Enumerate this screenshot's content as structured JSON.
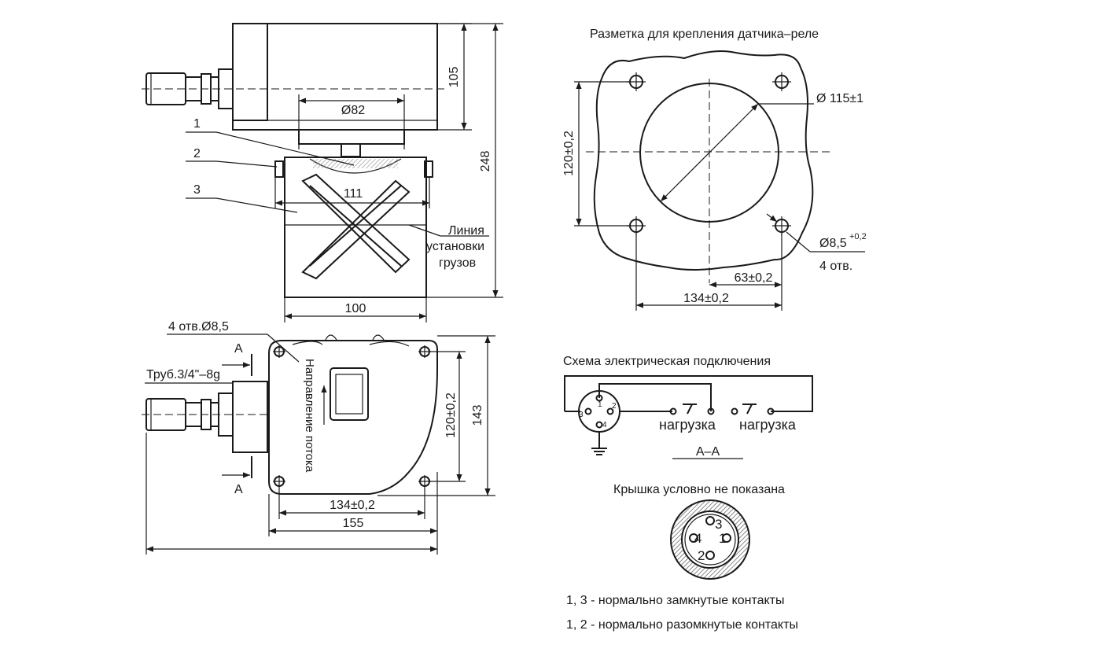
{
  "side_view": {
    "dim_105": "105",
    "dim_82": "Ø82",
    "dim_248": "248",
    "dim_111": "111",
    "dim_100": "100",
    "callout_1": "1",
    "callout_2": "2",
    "callout_3": "3",
    "weights_line_1": "Линия",
    "weights_line_2": "установки",
    "weights_line_3": "грузов"
  },
  "top_view": {
    "holes_label": "4 отв.Ø8,5",
    "section_a_top": "A",
    "section_a_bottom": "A",
    "pipe_label": "Труб.3/4\"–8g",
    "flow_direction": "Направление потока",
    "dim_120": "120±0,2",
    "dim_143": "143",
    "dim_134": "134±0,2",
    "dim_155": "155"
  },
  "mounting": {
    "title": "Разметка для крепления датчика–реле",
    "dia_115": "Ø 115±1",
    "dim_120": "120±0,2",
    "hole_dia": "Ø8,5",
    "hole_tol": "+0,2",
    "holes_count": "4 отв.",
    "dim_63": "63±0,2",
    "dim_134": "134±0,2"
  },
  "wiring": {
    "title": "Схема электрическая подключения",
    "load_1": "нагрузка",
    "load_2": "нагрузка",
    "pin_1": "1",
    "pin_2": "2",
    "pin_3": "3",
    "pin_4": "4",
    "section_label": "А–А"
  },
  "connector": {
    "note": "Крышка условно не показана",
    "pin_1": "1",
    "pin_2": "2",
    "pin_3": "3",
    "pin_4": "4"
  },
  "legend": {
    "nc": "1, 3 - нормально замкнутые контакты",
    "no": "1, 2 - нормально разомкнутые контакты"
  }
}
